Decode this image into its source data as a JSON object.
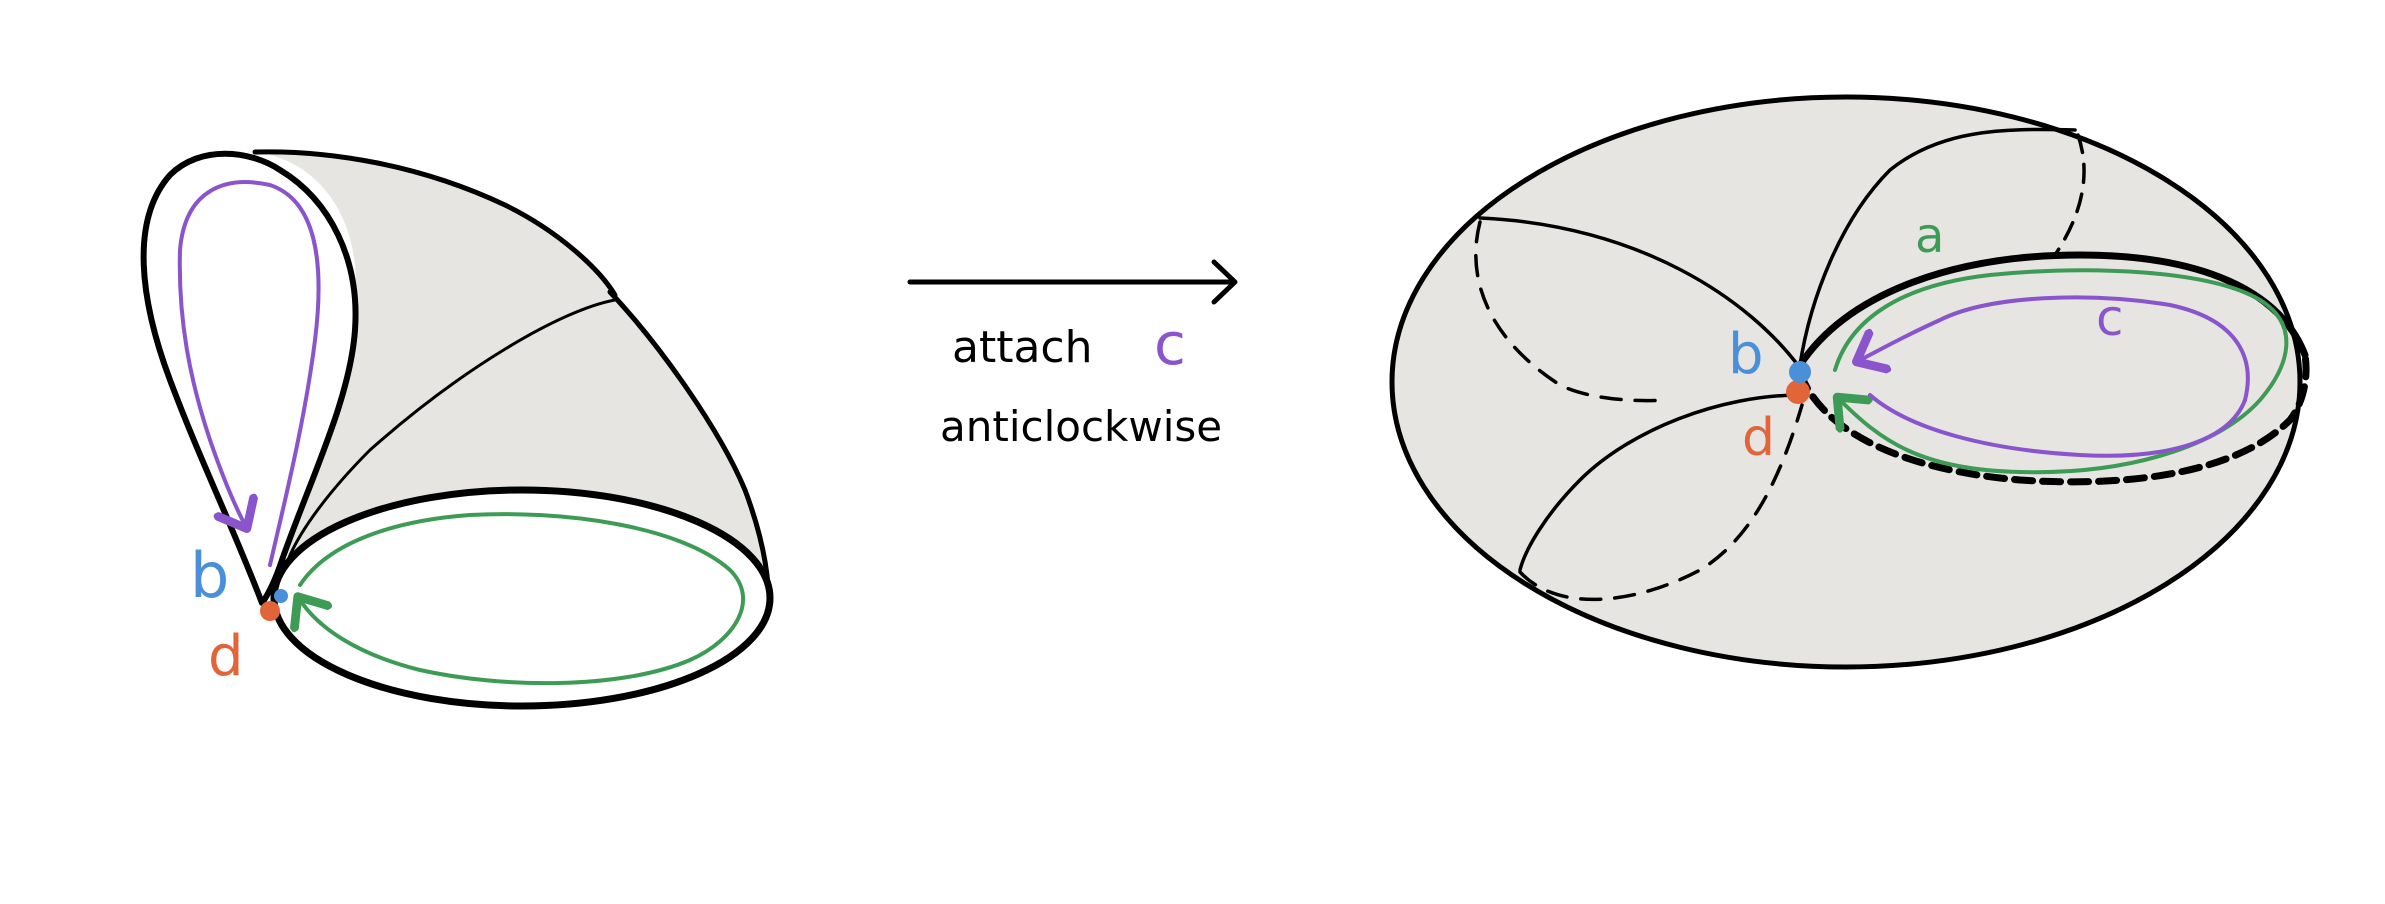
{
  "colors": {
    "background": "#ffffff",
    "surface_fill": "#e6e5e2",
    "ink": "#000000",
    "loop_a": "#3e9b55",
    "loop_c": "#8a55cc",
    "point_b": "#4a90d9",
    "point_d": "#e2653a"
  },
  "left_figure": {
    "label_b": "b",
    "label_d": "d"
  },
  "arrow": {
    "line1_word": "attach",
    "line1_label": "c",
    "line2": "anticlockwise"
  },
  "right_figure": {
    "label_a": "a",
    "label_b": "b",
    "label_c": "c",
    "label_d": "d"
  }
}
